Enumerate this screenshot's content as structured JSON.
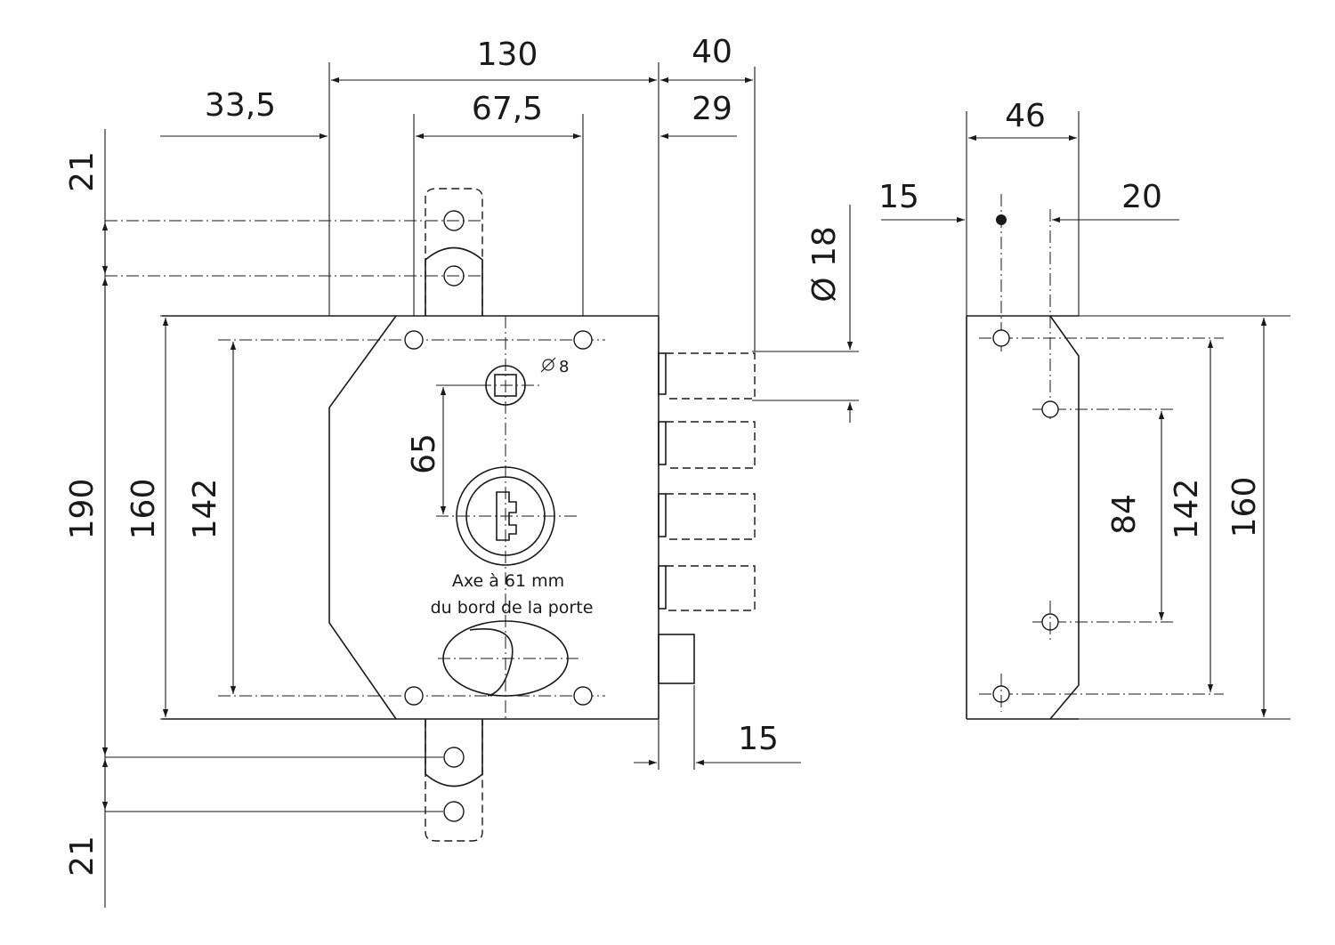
{
  "front_view": {
    "dimensions": {
      "width_130": "130",
      "frontplate_40": "40",
      "offset_33_5": "33,5",
      "hole_spacing_67_5": "67,5",
      "bolt_projection_29": "29",
      "height_190": "190",
      "case_height_160": "160",
      "fixing_142": "142",
      "strike_top_21": "21",
      "strike_bottom_21": "21",
      "spindle_to_cylinder_65": "65",
      "bolt_diameter": "Ø 18",
      "spindle_square": "8",
      "latch_15": "15"
    },
    "note_line1": "Axe à 61 mm",
    "note_line2": "du bord de la porte"
  },
  "side_view": {
    "dimensions": {
      "depth_46": "46",
      "hole_offset_15": "15",
      "hole_offset_20": "20",
      "inner_84": "84",
      "inner_142": "142",
      "outer_160": "160"
    }
  }
}
